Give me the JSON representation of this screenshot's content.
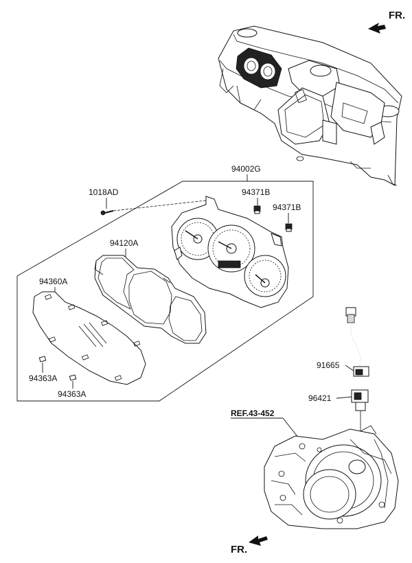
{
  "labels": {
    "fr_top": "FR.",
    "fr_bottom": "FR.",
    "cluster_assy": "94002G",
    "screw": "1018AD",
    "bulb_1": "94371B",
    "bulb_2": "94371B",
    "lens_housing": "94120A",
    "window_glass": "94360A",
    "clip_1": "94363A",
    "clip_2": "94363A",
    "speed_sensor": "91665",
    "sensor_connector": "96421",
    "transaxle_ref": "REF.43-452"
  }
}
